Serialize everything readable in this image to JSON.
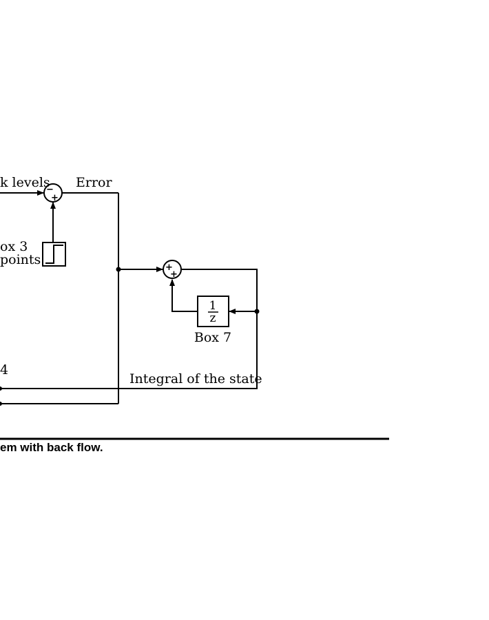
{
  "labels": {
    "tank_levels": "k levels",
    "error": "Error",
    "box3_line1": "ox 3",
    "box3_line2": "points",
    "box7_numerator": "1",
    "box7_denominator": "z",
    "box7": "Box 7",
    "box4": "4",
    "integral": "Integral of the state"
  },
  "sum1_signs": [
    "−",
    "+"
  ],
  "sum2_signs": [
    "+",
    "+"
  ],
  "caption": "em with back flow."
}
